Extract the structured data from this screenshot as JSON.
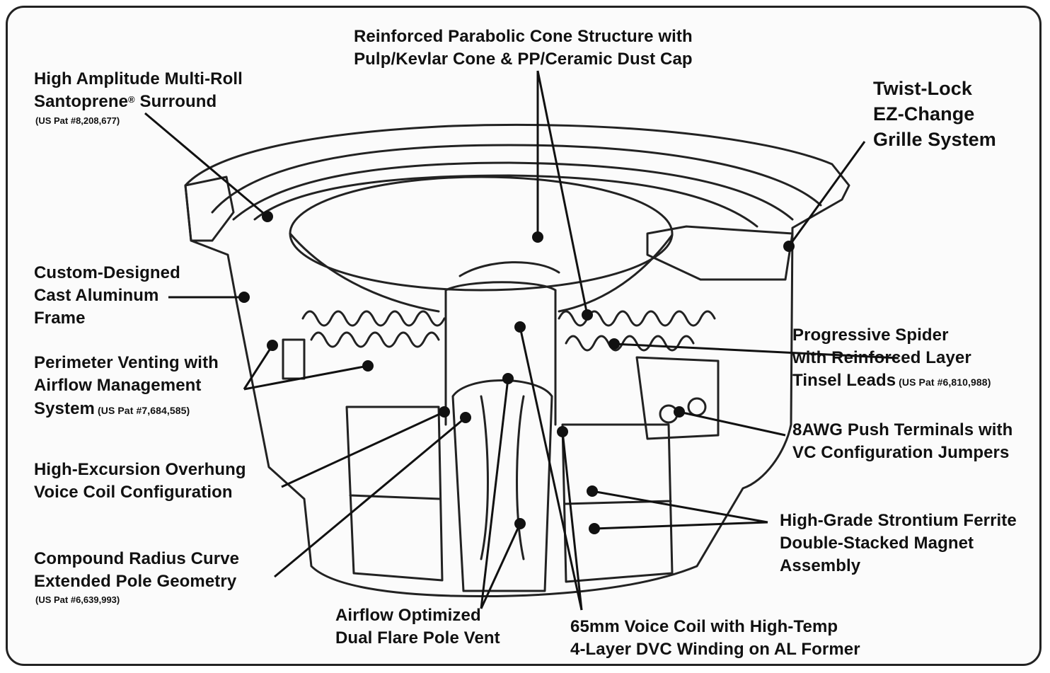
{
  "labels": {
    "cone": "Reinforced Parabolic Cone Structure with\nPulp/Kevlar Cone & PP/Ceramic Dust Cap",
    "surround_line1": "High Amplitude Multi-Roll",
    "surround_line2": "Santoprene",
    "surround_reg": "®",
    "surround_line2b": " Surround",
    "surround_pat": "(US Pat #8,208,677)",
    "grille": "Twist-Lock\nEZ-Change\nGrille System",
    "frame": "Custom-Designed\nCast Aluminum\nFrame",
    "venting": "Perimeter Venting with\nAirflow Management",
    "venting_line3": "System",
    "venting_pat": " (US Pat #7,684,585)",
    "spider": "Progressive Spider\nwith Reinforced Layer",
    "spider_line3": "Tinsel Leads",
    "spider_pat": " (US Pat #6,810,988)",
    "terminals": "8AWG Push Terminals with\nVC Configuration Jumpers",
    "overhung": "High-Excursion Overhung\nVoice Coil Configuration",
    "magnet": "High-Grade Strontium Ferrite\nDouble-Stacked Magnet\nAssembly",
    "pole": "Compound Radius Curve\nExtended Pole Geometry",
    "pole_pat": "(US Pat #6,639,993)",
    "vent": "Airflow Optimized\nDual Flare Pole Vent",
    "voicecoil": "65mm Voice Coil with High-Temp\n4-Layer DVC Winding on AL Former"
  },
  "colors": {
    "ink": "#111111",
    "frame_border": "#222222",
    "paper": "#fbfbfb"
  }
}
